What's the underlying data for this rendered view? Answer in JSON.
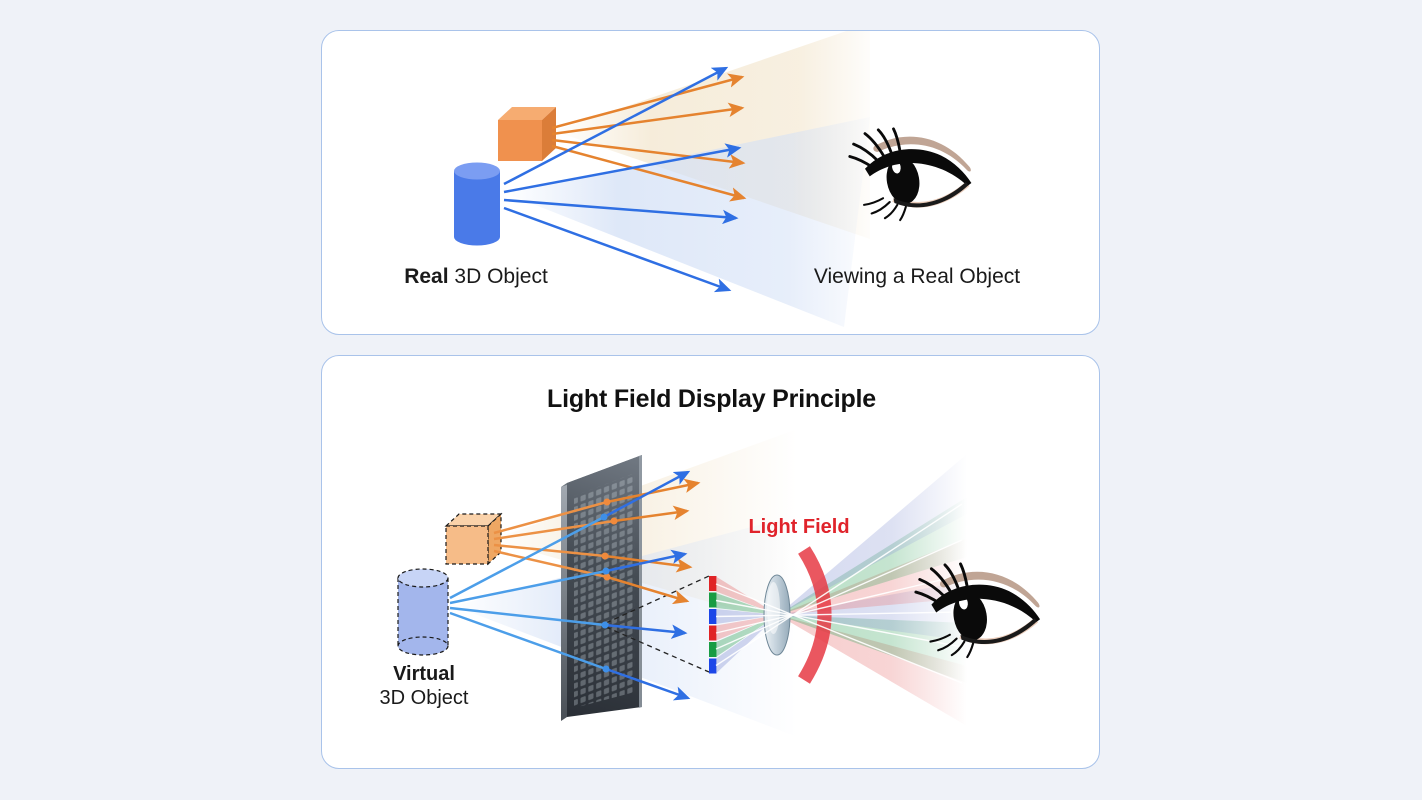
{
  "real_panel": {
    "object_label": {
      "bold": "Real",
      "rest": "3D Object"
    },
    "caption": "Viewing a Real Object"
  },
  "lightfield_panel": {
    "title": "Light Field Display Principle",
    "light_field_label": "Light Field",
    "object_label": {
      "bold": "Virtual",
      "rest": "3D Object"
    }
  },
  "colors": {
    "page_background": "#EFF2F8",
    "card_border": "#A9C3EA",
    "light_field_label_red": "#E0232B",
    "arc_red": "#E63944",
    "ray_orange": "#E5832F",
    "ray_orange_light": "#EC9145",
    "ray_blue": "#2F6FE3",
    "ray_blue_light": "#4C9EE9",
    "subpixel_red": "#E02325",
    "subpixel_green": "#189C43",
    "subpixel_blue": "#1C46E8",
    "cube_orange": "#F0914E",
    "virtual_cube_orange": "#F6BC88",
    "cylinder_blue": "#4A7AE8",
    "virtual_cylinder_blue": "#A3B6EC",
    "panel_dark": "#30353B"
  }
}
